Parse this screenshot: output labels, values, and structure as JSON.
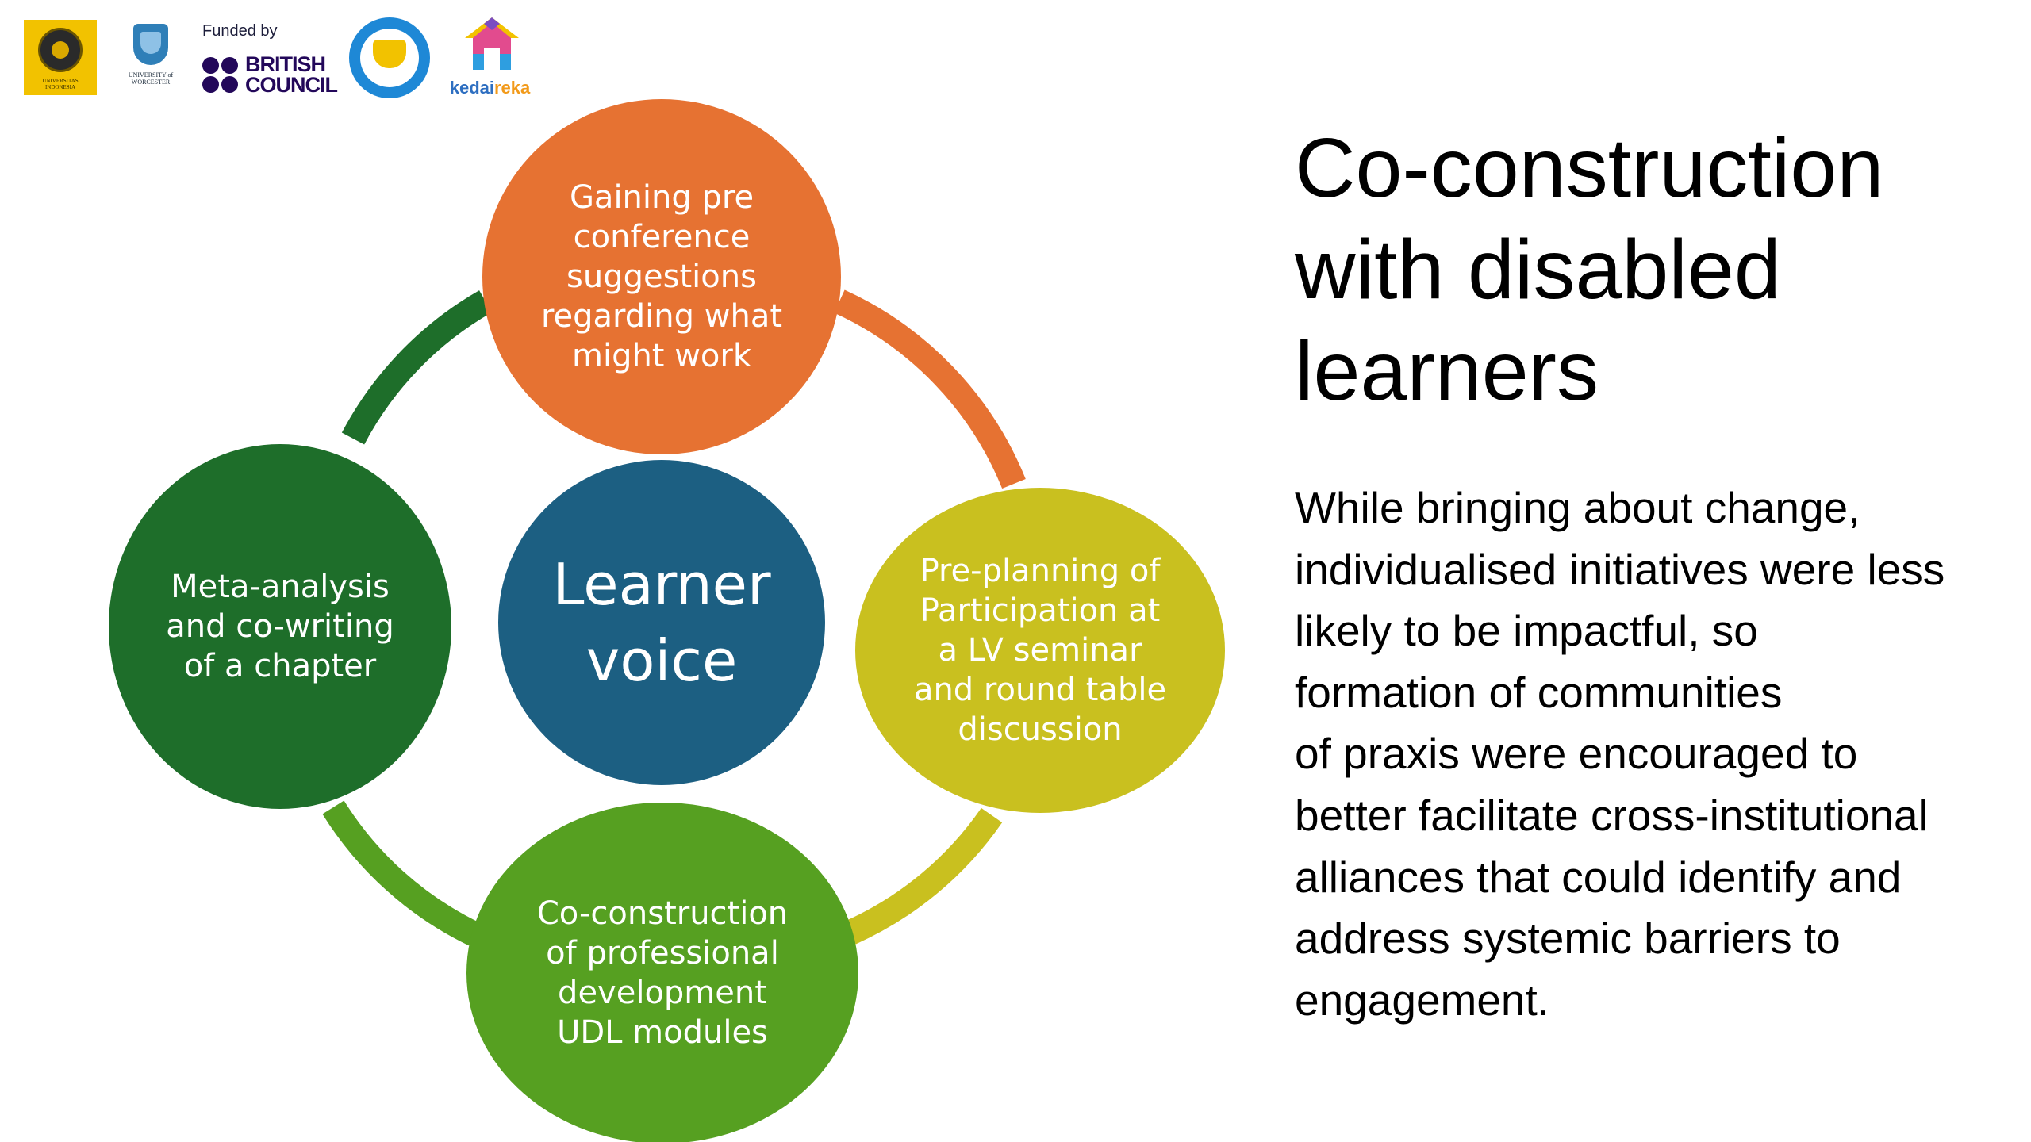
{
  "colors": {
    "top": "#e67232",
    "right": "#c9c01f",
    "bottom": "#56a021",
    "left": "#1e6e2a",
    "center": "#1c5f82",
    "ring_top_left": "#1e6e2a",
    "ring_top_right": "#e67232",
    "ring_bottom_right": "#c9c01f",
    "ring_bottom_left": "#56a021"
  },
  "logos": {
    "university_indonesia": "UNIVERSITAS INDONESIA",
    "university_worcester": "UNIVERSITY of WORCESTER",
    "funded_by": "Funded by",
    "british_council": "BRITISH\nCOUNCIL",
    "kemendikbud_icon": "tut-wuri-handayani-emblem",
    "kedaireka_prefix": "kedai",
    "kedaireka_suffix": "reka"
  },
  "diagram": {
    "center": "Learner\nvoice",
    "top": "Gaining pre\nconference\nsuggestions\nregarding what\nmight work",
    "right": "Pre-planning of\nParticipation at\na LV seminar\nand round table\ndiscussion",
    "bottom": "Co-construction\nof professional\ndevelopment\nUDL modules",
    "left": "Meta-analysis\nand co-writing\nof a chapter"
  },
  "slide": {
    "title": "Co-construction\nwith disabled\nlearners",
    "body": "While bringing about change,\nindividualised initiatives were less\nlikely to be impactful, so\nformation of communities\nof praxis were encouraged to\nbetter facilitate cross-institutional\nalliances that could identify and\naddress systemic barriers to\nengagement."
  }
}
